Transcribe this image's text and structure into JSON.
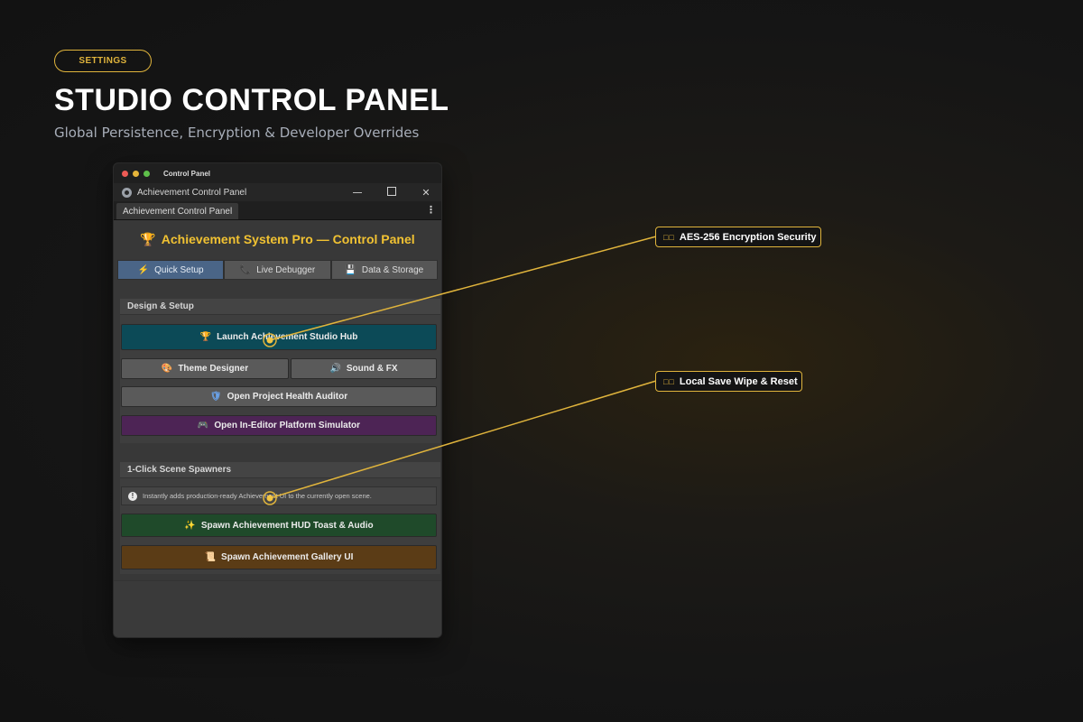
{
  "badge": {
    "label": "SETTINGS"
  },
  "page": {
    "title": "STUDIO CONTROL PANEL",
    "subtitle": "Global Persistence, Encryption & Developer Overrides"
  },
  "window": {
    "mac_title": "Control Panel",
    "app_title": "Achievement Control Panel",
    "tab_label": "Achievement Control Panel",
    "header_icon": "trophy-icon",
    "header_title": "Achievement System Pro — Control Panel"
  },
  "main_tabs": [
    {
      "label": "Quick Setup",
      "icon": "lightning-icon",
      "active": true
    },
    {
      "label": "Live Debugger",
      "icon": "phone-icon",
      "active": false
    },
    {
      "label": "Data & Storage",
      "icon": "floppy-icon",
      "active": false
    }
  ],
  "sections": {
    "design": {
      "title": "Design & Setup",
      "launch_hub": "Launch Achievement Studio Hub",
      "theme_designer": "Theme Designer",
      "sound_fx": "Sound & FX",
      "health_auditor": "Open Project Health Auditor",
      "platform_simulator": "Open In-Editor Platform Simulator"
    },
    "spawners": {
      "title": "1-Click Scene Spawners",
      "info": "Instantly adds production-ready Achievement UI to the currently open scene.",
      "hud_toast": "Spawn Achievement HUD Toast & Audio",
      "gallery": "Spawn Achievement Gallery UI"
    }
  },
  "callouts": [
    {
      "glyph": "□□",
      "label": "AES-256 Encryption Security"
    },
    {
      "glyph": "□□",
      "label": "Local Save Wipe & Reset"
    }
  ],
  "colors": {
    "accent": "#e0b43c",
    "active_tab": "#4a6587",
    "teal_button": "#0c4a57",
    "purple_button": "#4d2455",
    "green_button": "#1f4a2a",
    "brown_button": "#5b3c16"
  }
}
